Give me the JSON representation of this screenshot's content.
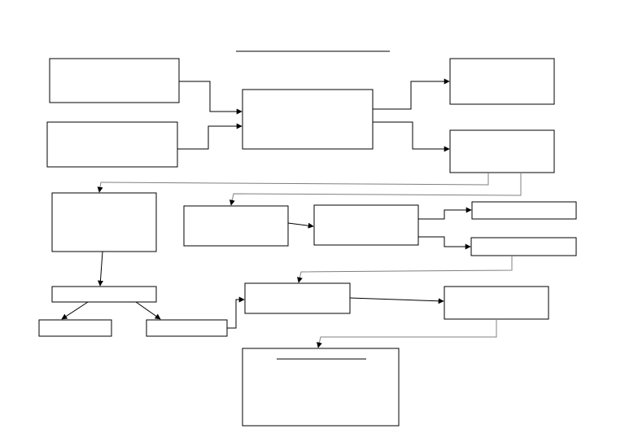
{
  "diagram": {
    "type": "flowchart",
    "title": "",
    "boxes": [
      {
        "id": "input-1",
        "label": ""
      },
      {
        "id": "input-2",
        "label": ""
      },
      {
        "id": "center",
        "label": ""
      },
      {
        "id": "output-1",
        "label": ""
      },
      {
        "id": "output-2",
        "label": ""
      },
      {
        "id": "left-mid",
        "label": ""
      },
      {
        "id": "mid-1",
        "label": ""
      },
      {
        "id": "mid-2",
        "label": ""
      },
      {
        "id": "right-bar-1",
        "label": ""
      },
      {
        "id": "right-bar-2",
        "label": ""
      },
      {
        "id": "left-bar",
        "label": ""
      },
      {
        "id": "small-left",
        "label": ""
      },
      {
        "id": "small-right",
        "label": ""
      },
      {
        "id": "lower-center",
        "label": ""
      },
      {
        "id": "lower-right",
        "label": ""
      },
      {
        "id": "bottom",
        "label": "",
        "heading": ""
      }
    ],
    "colors": {
      "stroke": "#000000",
      "grey_connector": "#808080",
      "background": "#ffffff"
    }
  }
}
